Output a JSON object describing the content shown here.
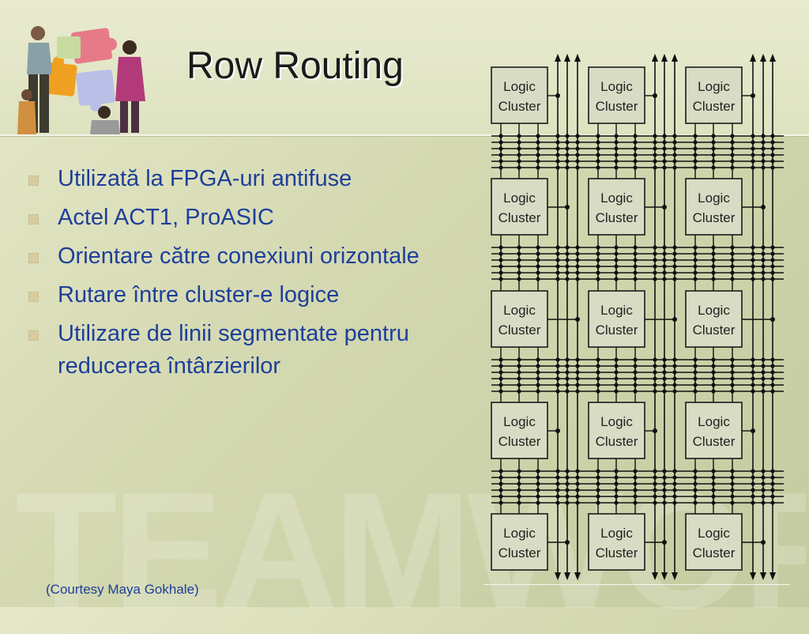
{
  "title": "Row Routing",
  "bullets": [
    "Utilizată la FPGA-uri antifuse",
    "Actel ACT1, ProASIC",
    "Orientare către conexiuni orizontale",
    "Rutare între cluster-e logice",
    "Utilizare de linii segmentate pentru reducerea întârzierilor"
  ],
  "courtesy": "(Courtesy Maya Gokhale)",
  "watermark": "TEAMWORK",
  "diagram": {
    "cell_line1": "Logic",
    "cell_line2": "Cluster",
    "rows": 5,
    "cols": 3
  },
  "logo_icon": "teamwork-puzzle-people-icon",
  "colors": {
    "title": "#1a1a1a",
    "text": "#1d3f9a",
    "bullet": "#d6cca0"
  }
}
